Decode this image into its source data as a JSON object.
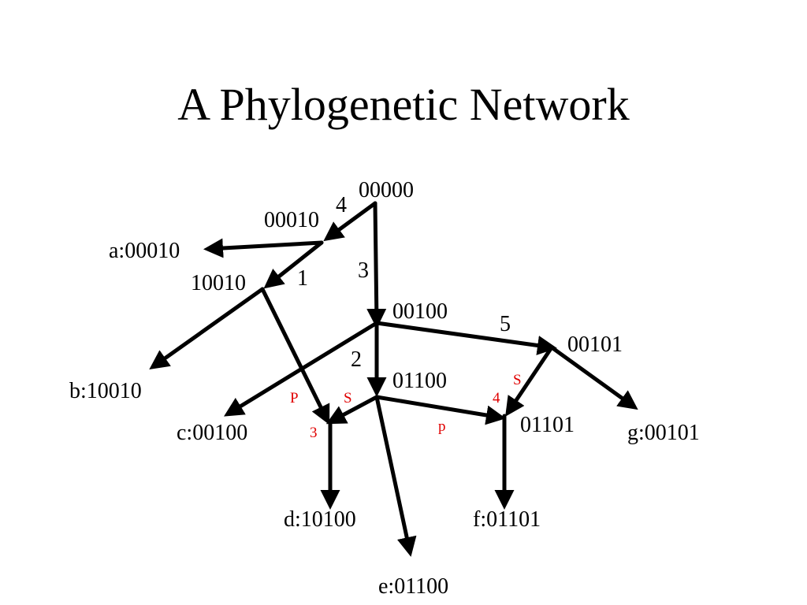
{
  "title": "A Phylogenetic Network",
  "colors": {
    "edge": "#000000",
    "text": "#000000",
    "annotation": "#e00000",
    "background": "#ffffff"
  },
  "nodes": {
    "root": "00000",
    "n00010": "00010",
    "n10010": "10010",
    "n00100": "00100",
    "n01100": "01100",
    "n00101": "00101",
    "n01101": "01101"
  },
  "leaves": {
    "a": "a:00010",
    "b": "b:10010",
    "c": "c:00100",
    "d": "d:10100",
    "e": "e:01100",
    "f": "f:01101",
    "g": "g:00101"
  },
  "edge_labels": {
    "root_to_00010": "4",
    "n00010_to_10010": "1",
    "root_to_00100": "3",
    "n00100_to_00101": "5",
    "n00100_to_01100": "2"
  },
  "annotations": {
    "p_left": "P",
    "s_left": "S",
    "num_3": "3",
    "p_mid": "p",
    "s_right": "S",
    "num_4": "4"
  }
}
